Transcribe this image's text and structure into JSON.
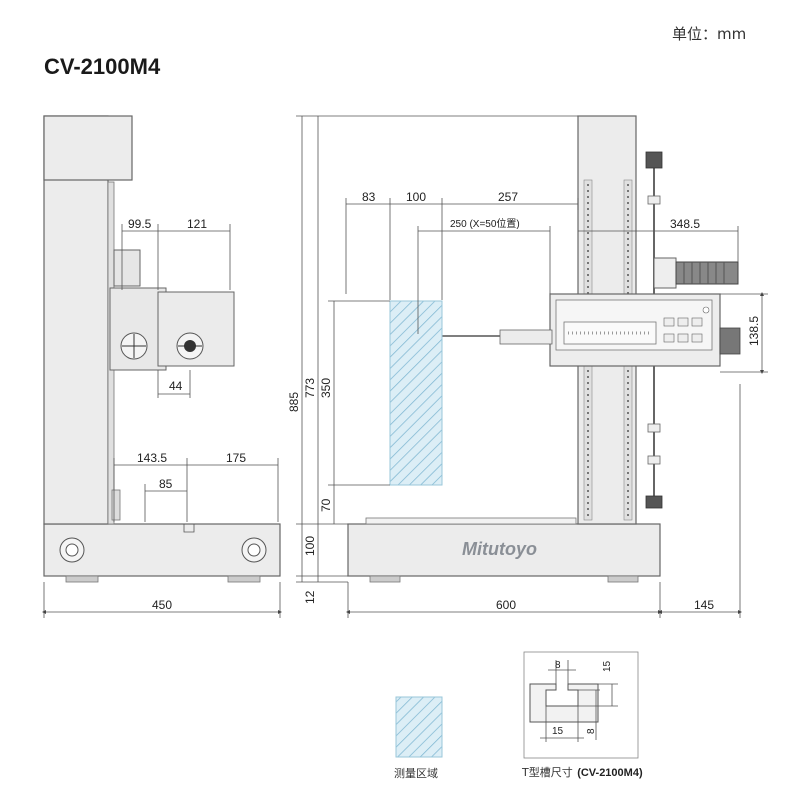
{
  "header": {
    "model": "CV-2100M4",
    "unit_label": "单位：mm"
  },
  "side_view": {
    "dims": {
      "d99_5": "99.5",
      "d121": "121",
      "d44": "44",
      "d143_5": "143.5",
      "d175": "175",
      "d85": "85",
      "d450": "450"
    }
  },
  "front_view": {
    "brand": "Mitutoyo",
    "dims": {
      "d83": "83",
      "d100": "100",
      "d257": "257",
      "d250": "250 (X=50位置)",
      "d348_5": "348.5",
      "d138_5": "138.5",
      "d885": "885",
      "d773": "773",
      "d350": "350",
      "d70": "70",
      "d100v": "100",
      "d12": "12",
      "d600": "600",
      "d145": "145"
    }
  },
  "legend": {
    "measuring_area_label": "测量区域",
    "tslot_label_cn": "T型槽尺寸",
    "tslot_label_model": "(CV-2100M4)",
    "tslot_dims": {
      "w8": "8",
      "h15": "15",
      "w15": "15",
      "h8": "8"
    }
  },
  "colors": {
    "measure_fill": "#dceef6",
    "measure_hatch": "#7fb7d2",
    "body_fill": "#ececec",
    "panel_fill": "#f6f6f6",
    "line": "#555555"
  }
}
